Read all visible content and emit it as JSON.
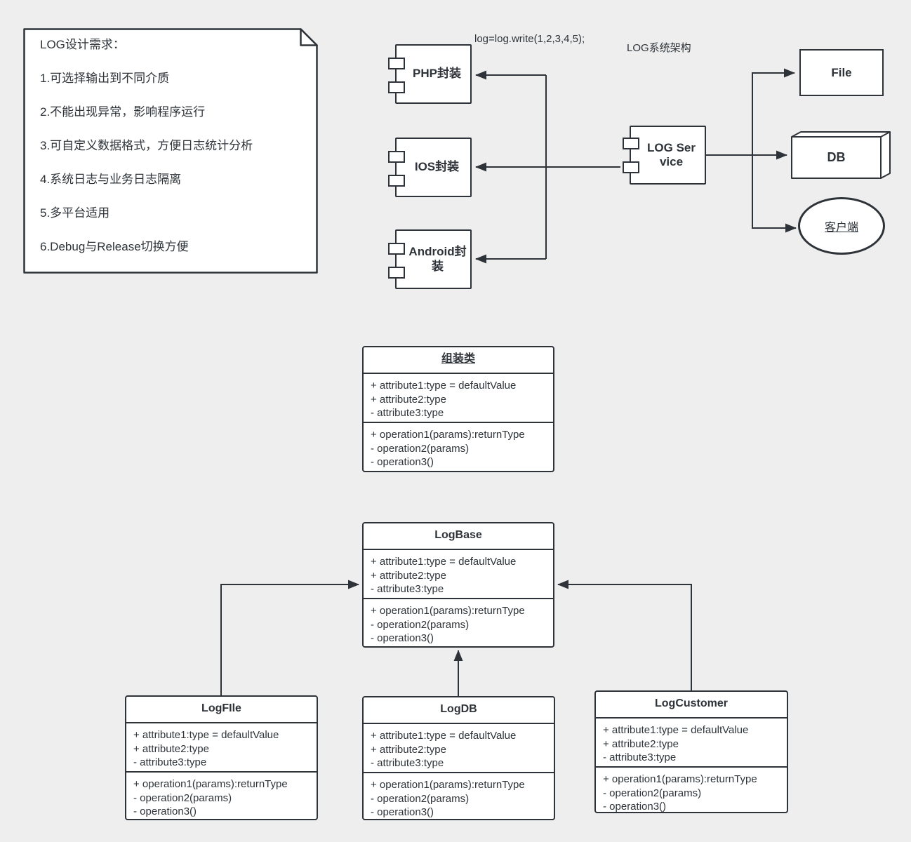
{
  "colors": {
    "background": "#eeeeee",
    "stroke": "#2d3338",
    "fill": "#ffffff"
  },
  "note": {
    "title": "LOG设计需求：",
    "items": [
      "1.可选择输出到不同介质",
      "2.不能出现异常，影响程序运行",
      "3.可自定义数据格式，方便日志统计分析",
      "4.系统日志与业务日志隔离",
      "5.多平台适用",
      "6.Debug与Release切换方便"
    ]
  },
  "annotations": {
    "code_label": "log=log.write(1,2,3,4,5);",
    "arch_label": "LOG系统架构"
  },
  "components": {
    "php": {
      "label": "PHP封装"
    },
    "ios": {
      "label": "IOS封装"
    },
    "android": {
      "label": "Android封装"
    },
    "service": {
      "label": "LOG Service"
    }
  },
  "nodes": {
    "file": {
      "label": "File"
    },
    "db": {
      "label": "DB"
    },
    "client": {
      "label": "客户端"
    }
  },
  "classes": {
    "assembly": {
      "title": "组装类",
      "attributes": [
        "+ attribute1:type = defaultValue",
        "+ attribute2:type",
        "- attribute3:type"
      ],
      "operations": [
        "+ operation1(params):returnType",
        "- operation2(params)",
        "- operation3()"
      ]
    },
    "logbase": {
      "title": "LogBase",
      "attributes": [
        "+ attribute1:type = defaultValue",
        "+ attribute2:type",
        "- attribute3:type"
      ],
      "operations": [
        "+ operation1(params):returnType",
        "- operation2(params)",
        "- operation3()"
      ]
    },
    "logfile": {
      "title": "LogFIle",
      "attributes": [
        "+ attribute1:type = defaultValue",
        "+ attribute2:type",
        "- attribute3:type"
      ],
      "operations": [
        "+ operation1(params):returnType",
        "- operation2(params)",
        "- operation3()"
      ]
    },
    "logdb": {
      "title": "LogDB",
      "attributes": [
        "+ attribute1:type = defaultValue",
        "+ attribute2:type",
        "- attribute3:type"
      ],
      "operations": [
        "+ operation1(params):returnType",
        "- operation2(params)",
        "- operation3()"
      ]
    },
    "logcustomer": {
      "title": "LogCustomer",
      "attributes": [
        "+ attribute1:type = defaultValue",
        "+ attribute2:type",
        "- attribute3:type"
      ],
      "operations": [
        "+ operation1(params):returnType",
        "- operation2(params)",
        "- operation3()"
      ]
    }
  }
}
